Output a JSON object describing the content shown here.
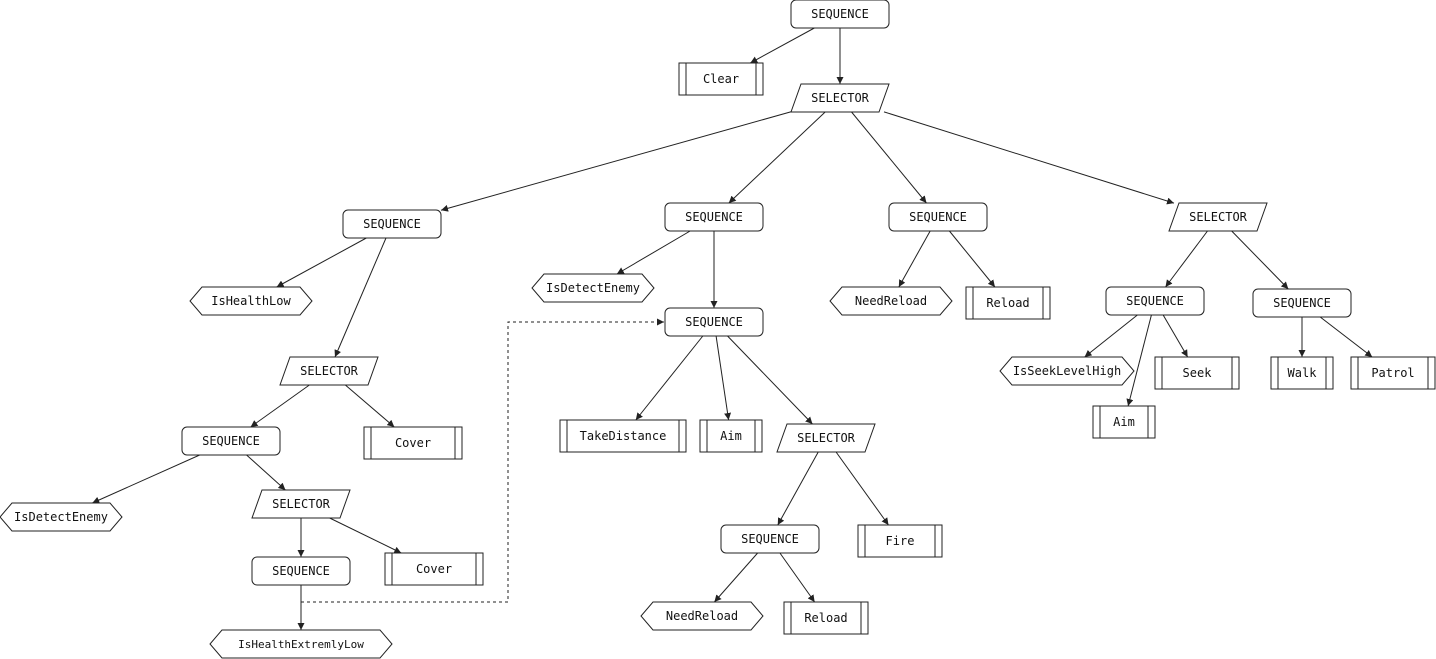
{
  "nodes": {
    "n_root_seq": {
      "label": "SEQUENCE",
      "kind": "sequence"
    },
    "n_clear": {
      "label": "Clear",
      "kind": "action"
    },
    "n_sel_main": {
      "label": "SELECTOR",
      "kind": "selector"
    },
    "n_seqA": {
      "label": "SEQUENCE",
      "kind": "sequence"
    },
    "n_isHealthLow": {
      "label": "IsHealthLow",
      "kind": "condition"
    },
    "n_selA": {
      "label": "SELECTOR",
      "kind": "selector"
    },
    "n_seqA1": {
      "label": "SEQUENCE",
      "kind": "sequence"
    },
    "n_coverA": {
      "label": "Cover",
      "kind": "action"
    },
    "n_isDetectEnemyA": {
      "label": "IsDetectEnemy",
      "kind": "condition"
    },
    "n_selA2": {
      "label": "SELECTOR",
      "kind": "selector"
    },
    "n_seqA2": {
      "label": "SEQUENCE",
      "kind": "sequence"
    },
    "n_coverA2": {
      "label": "Cover",
      "kind": "action"
    },
    "n_isHealthExtremlyLow": {
      "label": "IsHealthExtremlyLow",
      "kind": "condition"
    },
    "n_seqB": {
      "label": "SEQUENCE",
      "kind": "sequence"
    },
    "n_isDetectEnemyB": {
      "label": "IsDetectEnemy",
      "kind": "condition"
    },
    "n_seqB2": {
      "label": "SEQUENCE",
      "kind": "sequence"
    },
    "n_takeDistance": {
      "label": "TakeDistance",
      "kind": "action"
    },
    "n_aimB": {
      "label": "Aim",
      "kind": "action"
    },
    "n_selB": {
      "label": "SELECTOR",
      "kind": "selector"
    },
    "n_seqB3": {
      "label": "SEQUENCE",
      "kind": "sequence"
    },
    "n_fire": {
      "label": "Fire",
      "kind": "action"
    },
    "n_needReloadB": {
      "label": "NeedReload",
      "kind": "condition"
    },
    "n_reloadB": {
      "label": "Reload",
      "kind": "action"
    },
    "n_seqC": {
      "label": "SEQUENCE",
      "kind": "sequence"
    },
    "n_needReloadC": {
      "label": "NeedReload",
      "kind": "condition"
    },
    "n_reloadC": {
      "label": "Reload",
      "kind": "action"
    },
    "n_selD": {
      "label": "SELECTOR",
      "kind": "selector"
    },
    "n_seqD1": {
      "label": "SEQUENCE",
      "kind": "sequence"
    },
    "n_seqD2": {
      "label": "SEQUENCE",
      "kind": "sequence"
    },
    "n_isSeekLevelHigh": {
      "label": "IsSeekLevelHigh",
      "kind": "condition"
    },
    "n_aimD": {
      "label": "Aim",
      "kind": "action"
    },
    "n_seek": {
      "label": "Seek",
      "kind": "action"
    },
    "n_walk": {
      "label": "Walk",
      "kind": "action"
    },
    "n_patrol": {
      "label": "Patrol",
      "kind": "action"
    }
  },
  "edges": [
    [
      "n_root_seq",
      "n_clear"
    ],
    [
      "n_root_seq",
      "n_sel_main"
    ],
    [
      "n_sel_main",
      "n_seqA"
    ],
    [
      "n_sel_main",
      "n_seqB"
    ],
    [
      "n_sel_main",
      "n_seqC"
    ],
    [
      "n_sel_main",
      "n_selD"
    ],
    [
      "n_seqA",
      "n_isHealthLow"
    ],
    [
      "n_seqA",
      "n_selA"
    ],
    [
      "n_selA",
      "n_seqA1"
    ],
    [
      "n_selA",
      "n_coverA"
    ],
    [
      "n_seqA1",
      "n_isDetectEnemyA"
    ],
    [
      "n_seqA1",
      "n_selA2"
    ],
    [
      "n_selA2",
      "n_seqA2"
    ],
    [
      "n_selA2",
      "n_coverA2"
    ],
    [
      "n_seqA2",
      "n_isHealthExtremlyLow"
    ],
    [
      "n_seqB",
      "n_isDetectEnemyB"
    ],
    [
      "n_seqB",
      "n_seqB2"
    ],
    [
      "n_seqB2",
      "n_takeDistance"
    ],
    [
      "n_seqB2",
      "n_aimB"
    ],
    [
      "n_seqB2",
      "n_selB"
    ],
    [
      "n_selB",
      "n_seqB3"
    ],
    [
      "n_selB",
      "n_fire"
    ],
    [
      "n_seqB3",
      "n_needReloadB"
    ],
    [
      "n_seqB3",
      "n_reloadB"
    ],
    [
      "n_seqC",
      "n_needReloadC"
    ],
    [
      "n_seqC",
      "n_reloadC"
    ],
    [
      "n_selD",
      "n_seqD1"
    ],
    [
      "n_selD",
      "n_seqD2"
    ],
    [
      "n_seqD1",
      "n_isSeekLevelHigh"
    ],
    [
      "n_seqD1",
      "n_aimD"
    ],
    [
      "n_seqD1",
      "n_seek"
    ],
    [
      "n_seqD2",
      "n_walk"
    ],
    [
      "n_seqD2",
      "n_patrol"
    ]
  ],
  "reference_edges": [
    [
      "n_seqA2",
      "n_seqB2"
    ]
  ]
}
